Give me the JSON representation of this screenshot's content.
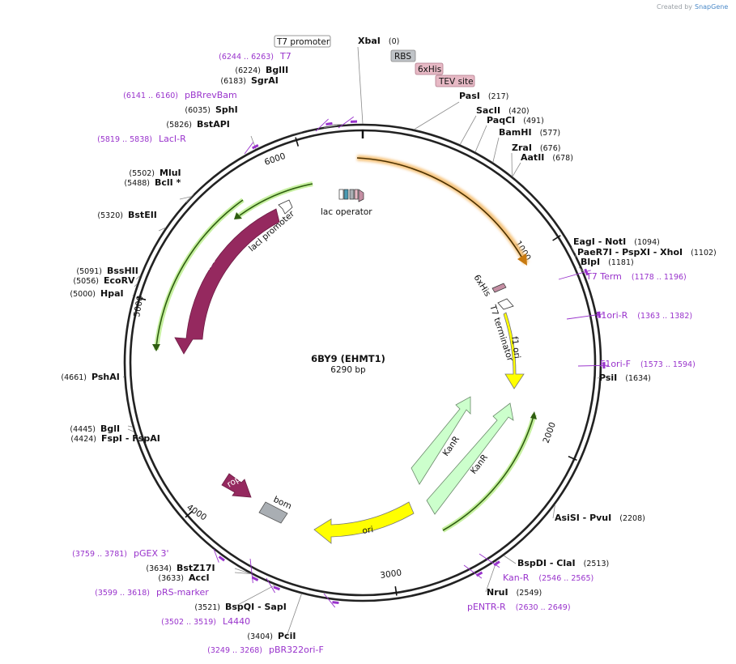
{
  "map": {
    "name": "6BY9 (EHMT1)",
    "length_label": "6290 bp",
    "length": 6290
  },
  "credit": {
    "prefix": "Created by",
    "brand": "SnapGene"
  },
  "ticks": [
    {
      "pos": 1000,
      "label": "1000"
    },
    {
      "pos": 2000,
      "label": "2000"
    },
    {
      "pos": 3000,
      "label": "3000"
    },
    {
      "pos": 4000,
      "label": "4000"
    },
    {
      "pos": 5000,
      "label": "5000"
    },
    {
      "pos": 6000,
      "label": "6000"
    }
  ],
  "sites": [
    {
      "name": "XbaI",
      "pos": "(0)",
      "bp": 0
    },
    {
      "name": "PasI",
      "pos": "(217)",
      "bp": 217
    },
    {
      "name": "SacII",
      "pos": "(420)",
      "bp": 420
    },
    {
      "name": "PaqCI",
      "pos": "(491)",
      "bp": 491
    },
    {
      "name": "BamHI",
      "pos": "(577)",
      "bp": 577
    },
    {
      "name": "ZraI",
      "pos": "(676)",
      "bp": 676
    },
    {
      "name": "AatII",
      "pos": "(678)",
      "bp": 678
    },
    {
      "name": "EagI   - NotI",
      "pos": "(1094)",
      "bp": 1094
    },
    {
      "name": "PaeR7I   - PspXI   - XhoI",
      "pos": "(1102)",
      "bp": 1102
    },
    {
      "name": "BlpI",
      "pos": "(1181)",
      "bp": 1181
    },
    {
      "name": "PsiI",
      "pos": "(1634)",
      "bp": 1634
    },
    {
      "name": "AsiSI   - PvuI",
      "pos": "(2208)",
      "bp": 2208
    },
    {
      "name": "BspDI   - ClaI",
      "pos": "(2513)",
      "bp": 2513
    },
    {
      "name": "NruI",
      "pos": "(2549)",
      "bp": 2549
    },
    {
      "name": "PciI",
      "pos": "(3404)",
      "bp": 3404
    },
    {
      "name": "BspQI   - SapI",
      "pos": "(3521)",
      "bp": 3521
    },
    {
      "name": "AccI",
      "pos": "(3633)",
      "bp": 3633
    },
    {
      "name": "BstZ17I",
      "pos": "(3634)",
      "bp": 3634
    },
    {
      "name": "FspI   - FspAI",
      "pos": "(4424)",
      "bp": 4424
    },
    {
      "name": "BglI",
      "pos": "(4445)",
      "bp": 4445
    },
    {
      "name": "PshAI",
      "pos": "(4661)",
      "bp": 4661
    },
    {
      "name": "HpaI",
      "pos": "(5000)",
      "bp": 5000
    },
    {
      "name": "EcoRV",
      "pos": "(5056)",
      "bp": 5056
    },
    {
      "name": "BssHII",
      "pos": "(5091)",
      "bp": 5091
    },
    {
      "name": "BstEII",
      "pos": "(5320)",
      "bp": 5320
    },
    {
      "name": "BclI *",
      "pos": "(5488)",
      "bp": 5488
    },
    {
      "name": "MluI",
      "pos": "(5502)",
      "bp": 5502
    },
    {
      "name": "BstAPI",
      "pos": "(5826)",
      "bp": 5826
    },
    {
      "name": "SphI",
      "pos": "(6035)",
      "bp": 6035
    },
    {
      "name": "SgrAI",
      "pos": "(6183)",
      "bp": 6183
    },
    {
      "name": "BglII",
      "pos": "(6224)",
      "bp": 6224
    }
  ],
  "primers": [
    {
      "name": "T7",
      "range": "(6244 .. 6263)",
      "bp": 6253
    },
    {
      "name": "pBRrevBam",
      "range": "(6141 .. 6160)",
      "bp": 6150
    },
    {
      "name": "LacI-R",
      "range": "(5819 .. 5838)",
      "bp": 5828
    },
    {
      "name": "T7 Term",
      "range": "(1178 .. 1196)",
      "bp": 1187
    },
    {
      "name": "F1ori-R",
      "range": "(1363 .. 1382)",
      "bp": 1372
    },
    {
      "name": "F1ori-F",
      "range": "(1573 .. 1594)",
      "bp": 1583
    },
    {
      "name": "Kan-R",
      "range": "(2546 .. 2565)",
      "bp": 2555
    },
    {
      "name": "pENTR-R",
      "range": "(2630 .. 2649)",
      "bp": 2640
    },
    {
      "name": "pBR322ori-F",
      "range": "(3249 .. 3268)",
      "bp": 3258
    },
    {
      "name": "L4440",
      "range": "(3502 .. 3519)",
      "bp": 3510
    },
    {
      "name": "pRS-marker",
      "range": "(3599 .. 3618)",
      "bp": 3608
    },
    {
      "name": "pGEX 3'",
      "range": "(3759 .. 3781)",
      "bp": 3770
    }
  ],
  "boxed_features": [
    {
      "name": "T7 promoter",
      "style": "outline"
    },
    {
      "name": "RBS",
      "style": "gray"
    },
    {
      "name": "6xHis",
      "style": "pink"
    },
    {
      "name": "TEV site",
      "style": "pink"
    }
  ],
  "features": {
    "lac_operator": "lac operator",
    "laci_promoter": "lacI promoter",
    "laci": "lacI",
    "six_his": "6xHis",
    "t7_terminator": "T7 terminator",
    "f1_ori": "f1 ori",
    "kanr_1": "KanR",
    "kanr_2": "KanR",
    "ori": "ori",
    "rop": "rop",
    "bom": "bom"
  },
  "colors": {
    "backbone": "#222222",
    "primer": "#9933cc",
    "insert": "#e8a33a",
    "laci": "#95295f",
    "green_orf": "#5a8f2a",
    "f1_ori": "#ffff00",
    "kanr": "#ccffcc",
    "ori": "#ffff00",
    "bom": "#a9aeb3"
  }
}
